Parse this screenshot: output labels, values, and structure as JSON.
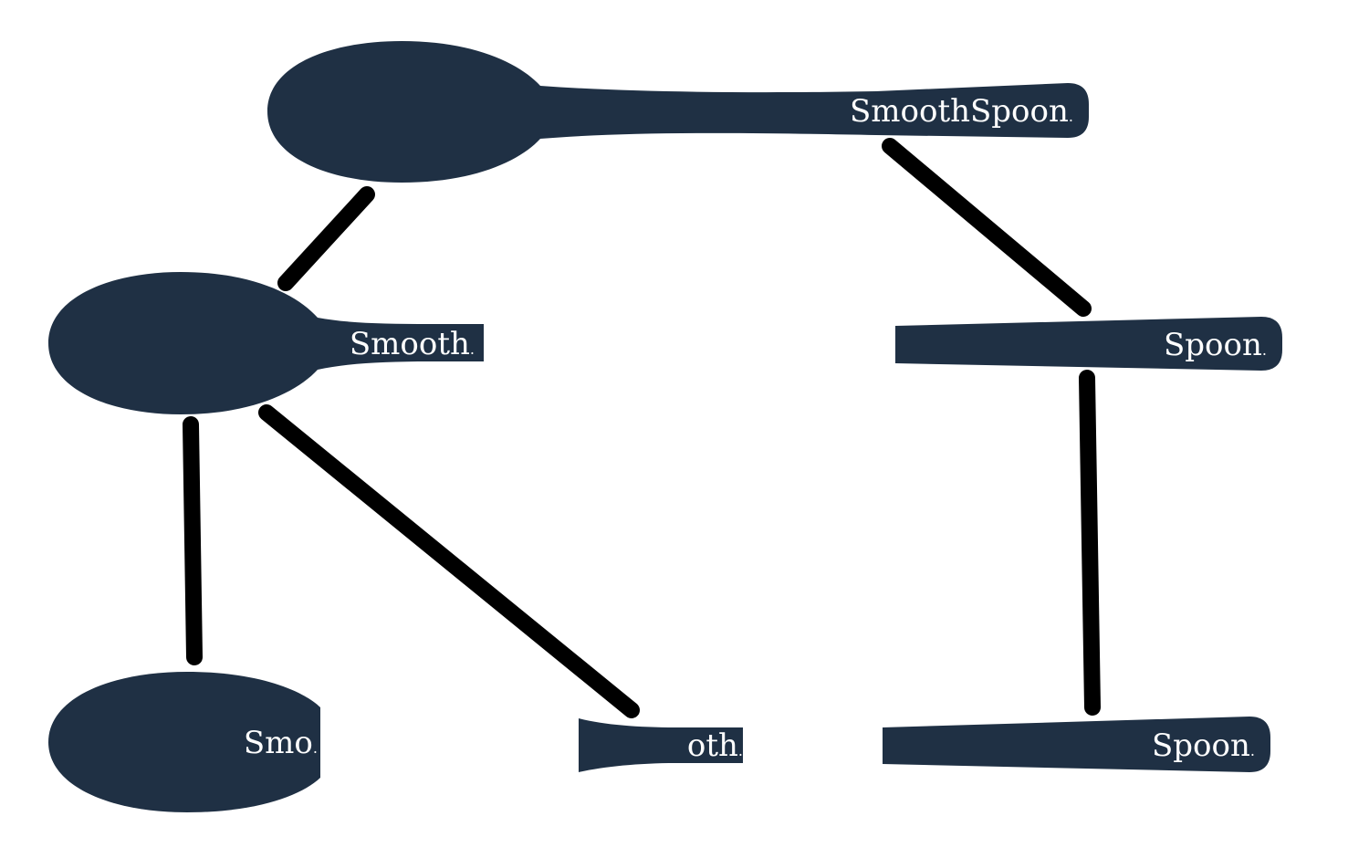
{
  "diagram": {
    "colors": {
      "node_fill": "#1f3044",
      "edge": "#000000",
      "label": "#ffffff",
      "background": "#ffffff"
    },
    "nodes": [
      {
        "id": "root",
        "text": "SmoothSpoon",
        "suffix": "."
      },
      {
        "id": "left",
        "text": "Smooth",
        "suffix": "."
      },
      {
        "id": "right",
        "text": "Spoon",
        "suffix": "."
      },
      {
        "id": "left-left",
        "text": "Smo",
        "suffix": "."
      },
      {
        "id": "left-right",
        "text": "oth",
        "suffix": "."
      },
      {
        "id": "right-child",
        "text": "Spoon",
        "suffix": "."
      }
    ],
    "edges": [
      {
        "from": "root",
        "to": "left"
      },
      {
        "from": "root",
        "to": "right"
      },
      {
        "from": "left",
        "to": "left-left"
      },
      {
        "from": "left",
        "to": "left-right"
      },
      {
        "from": "right",
        "to": "right-child"
      }
    ]
  }
}
